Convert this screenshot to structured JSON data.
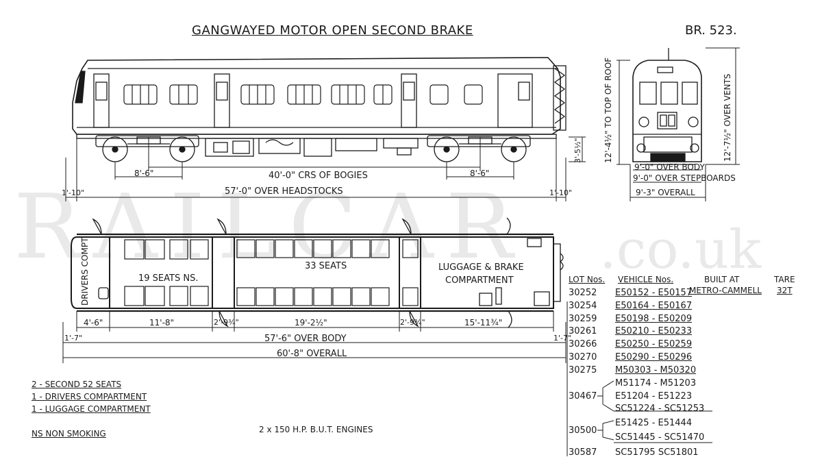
{
  "title": "GANGWAYED MOTOR OPEN SECOND BRAKE",
  "diagram_no": "BR. 523.",
  "watermark": {
    "main": "RAILCAR",
    "suffix": ".co.uk"
  },
  "side_dims": {
    "bogie_wb_left": "8'-6\"",
    "bogie_wb_right": "8'-6\"",
    "bogie_centres": "40'-0\" CRS OF BOGIES",
    "over_headstocks": "57'-0\" OVER HEADSTOCKS",
    "end_left": "1'-10\"",
    "end_right": "1'-10\"",
    "wheel_dia": "3'-5½\""
  },
  "end_dims": {
    "top_of_roof": "12'-4½\" TO TOP OF ROOF",
    "over_vents": "12'-7½\" OVER VENTS",
    "over_body": "9'-0\" OVER BODY",
    "over_stepboards": "9'-0\" OVER STEPBOARDS",
    "overall": "9'-3\" OVERALL"
  },
  "plan": {
    "drivers": "DRIVERS COMPT.",
    "seats_19": "19 SEATS NS.",
    "seats_33": "33 SEATS",
    "luggage_1": "LUGGAGE & BRAKE",
    "luggage_2": "COMPARTMENT"
  },
  "plan_dims": {
    "d1": "4'-6\"",
    "d2": "11'-8\"",
    "d3": "2'-9¾\"",
    "d4": "19'-2½\"",
    "d5": "2'-9¾\"",
    "d6": "15'-11¾\"",
    "end_l": "1'-7\"",
    "end_r": "1'-7\"",
    "over_body": "57'-6\" OVER BODY",
    "overall": "60'-8\" OVERALL"
  },
  "table": {
    "headers": {
      "lot": "LOT Nos.",
      "vehicle": "VEHICLE Nos.",
      "built": "BUILT AT",
      "built2": "METRO-CAMMELL",
      "tare": "TARE",
      "tare_val": "32T"
    },
    "rows": [
      {
        "lot": "30252",
        "vehicles": [
          "E50152 - E50157"
        ]
      },
      {
        "lot": "30254",
        "vehicles": [
          "E50164 - E50167"
        ]
      },
      {
        "lot": "30259",
        "vehicles": [
          "E50198 - E50209"
        ]
      },
      {
        "lot": "30261",
        "vehicles": [
          "E50210 - E50233"
        ]
      },
      {
        "lot": "30266",
        "vehicles": [
          "E50250 - E50259"
        ]
      },
      {
        "lot": "30270",
        "vehicles": [
          "E50290 - E50296"
        ]
      },
      {
        "lot": "30275",
        "vehicles": [
          "M50303 - M50320"
        ]
      },
      {
        "lot": "30467",
        "vehicles": [
          "M51174 - M51203",
          "E51204 - E51223",
          "SC51224 - SC51253"
        ]
      },
      {
        "lot": "30500",
        "vehicles": [
          "E51425 - E51444",
          "SC51445 - SC51470"
        ]
      },
      {
        "lot": "30587",
        "vehicles": [
          "SC51795  SC51801"
        ]
      }
    ]
  },
  "notes": [
    "2 - SECOND 52 SEATS",
    "1 - DRIVERS COMPARTMENT",
    "1 - LUGGAGE COMPARTMENT"
  ],
  "ns_note": "NS   NON SMOKING",
  "engines": "2 x 150  H.P.   B.U.T.  ENGINES"
}
